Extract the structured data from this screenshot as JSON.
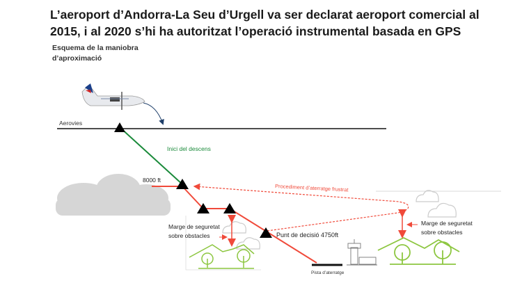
{
  "title": {
    "line1": "L’aeroport d’Andorra-La Seu d’Urgell va ser declarat aeroport comercial al",
    "line2": "2015, i al 2020 s’hi ha autoritzat l’operació instrumental basada en GPS"
  },
  "subtitle": {
    "line1": "Esquema de la maniobra",
    "line2": "d’aproximació"
  },
  "labels": {
    "airways": "Aerovies",
    "descent_start": "Inici del descens",
    "altitude": "8000 ft",
    "missed_approach": "Procediment d’aterratge frustrat",
    "decision_point": "Punt de decisió 4750ft",
    "runway": "Pista d’aterratge",
    "margin_left_1": "Marge de seguretat",
    "margin_left_2": "sobre obstacles",
    "margin_right_1": "Marge de seguretat",
    "margin_right_2": "sobre obstacles"
  },
  "colors": {
    "descent": "#1a8a3a",
    "approach": "#f04a3a",
    "terrain": "#8cc63f",
    "cloud": "#d4d4d4"
  }
}
